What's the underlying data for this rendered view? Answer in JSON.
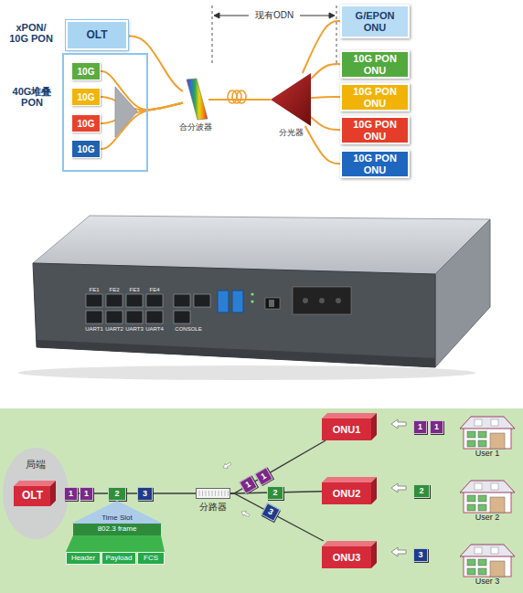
{
  "diagram": {
    "nodes": [
      {
        "text": [
          "OLT"
        ]
      },
      {
        "text": [
          "40G堆叠 PON"
        ]
      },
      {
        "text": [
          "10G"
        ],
        "in": 1
      },
      {
        "text": [
          "10G"
        ],
        "in": 1
      },
      {
        "text": [
          "10G"
        ],
        "in": 1
      },
      {
        "text": [
          "10G"
        ],
        "in": 1
      },
      {
        "text": [
          "合分波器"
        ]
      },
      {
        "text": [
          "分光器"
        ]
      },
      {
        "text": [
          "G/EPON ONU"
        ]
      },
      {
        "text": [
          "10G PON ONU"
        ]
      },
      {
        "text": [
          "10G PON ONU"
        ]
      },
      {
        "text": [
          "10G PON ONU"
        ]
      },
      {
        "text": [
          "10G PON ONU"
        ]
      },
      {
        "text": [
          "局端"
        ]
      },
      {
        "text": [
          "OLT"
        ],
        "in": 13
      },
      {
        "text": [
          "1"
        ]
      },
      {
        "text": [
          "1"
        ]
      },
      {
        "text": [
          "2"
        ]
      },
      {
        "text": [
          "3"
        ]
      },
      {
        "text": [
          "Time Slot"
        ]
      },
      {
        "text": [
          "802.3 frame"
        ]
      },
      {
        "text": [
          "Header"
        ]
      },
      {
        "text": [
          "Payload"
        ]
      },
      {
        "text": [
          "FCS"
        ]
      },
      {
        "text": [
          "分路器"
        ]
      },
      {
        "text": [
          "ONU1"
        ]
      },
      {
        "text": [
          "ONU2"
        ]
      },
      {
        "text": [
          "ONU3"
        ]
      },
      {
        "text": [
          "1"
        ]
      },
      {
        "text": [
          "1"
        ]
      },
      {
        "text": [
          "2"
        ]
      },
      {
        "text": [
          "3"
        ]
      },
      {
        "text": [
          "1"
        ]
      },
      {
        "text": [
          "1"
        ]
      },
      {
        "text": [
          "2"
        ]
      },
      {
        "text": [
          "3"
        ]
      }
    ],
    "edges": [
      {
        "from": 0,
        "to": 6,
        "arrow": "none"
      },
      {
        "from": 2,
        "to": 6,
        "arrow": "none"
      },
      {
        "from": 3,
        "to": 6,
        "arrow": "none"
      },
      {
        "from": 4,
        "to": 6,
        "arrow": "none"
      },
      {
        "from": 5,
        "to": 6,
        "arrow": "none"
      },
      {
        "from": 6,
        "to": 7,
        "arrow": "none"
      },
      {
        "from": 7,
        "to": 8,
        "arrow": "none"
      },
      {
        "from": 7,
        "to": 9,
        "arrow": "none"
      },
      {
        "from": 7,
        "to": 10,
        "arrow": "none"
      },
      {
        "from": 7,
        "to": 11,
        "arrow": "none"
      },
      {
        "from": 7,
        "to": 12,
        "arrow": "none"
      },
      {
        "from": 14,
        "to": 24,
        "arrow": "none"
      },
      {
        "from": 24,
        "to": 25,
        "arrow": "none"
      },
      {
        "from": 24,
        "to": 26,
        "arrow": "none"
      },
      {
        "from": 24,
        "to": 27,
        "arrow": "none"
      }
    ],
    "labels": [
      "xPON/ 10G PON",
      "现有ODN",
      "FE1",
      "FE2",
      "FE3",
      "FE4",
      "UART1",
      "UART2",
      "UART3",
      "UART4",
      "CONSOLE",
      "User 1",
      "User 2",
      "User 3"
    ]
  }
}
